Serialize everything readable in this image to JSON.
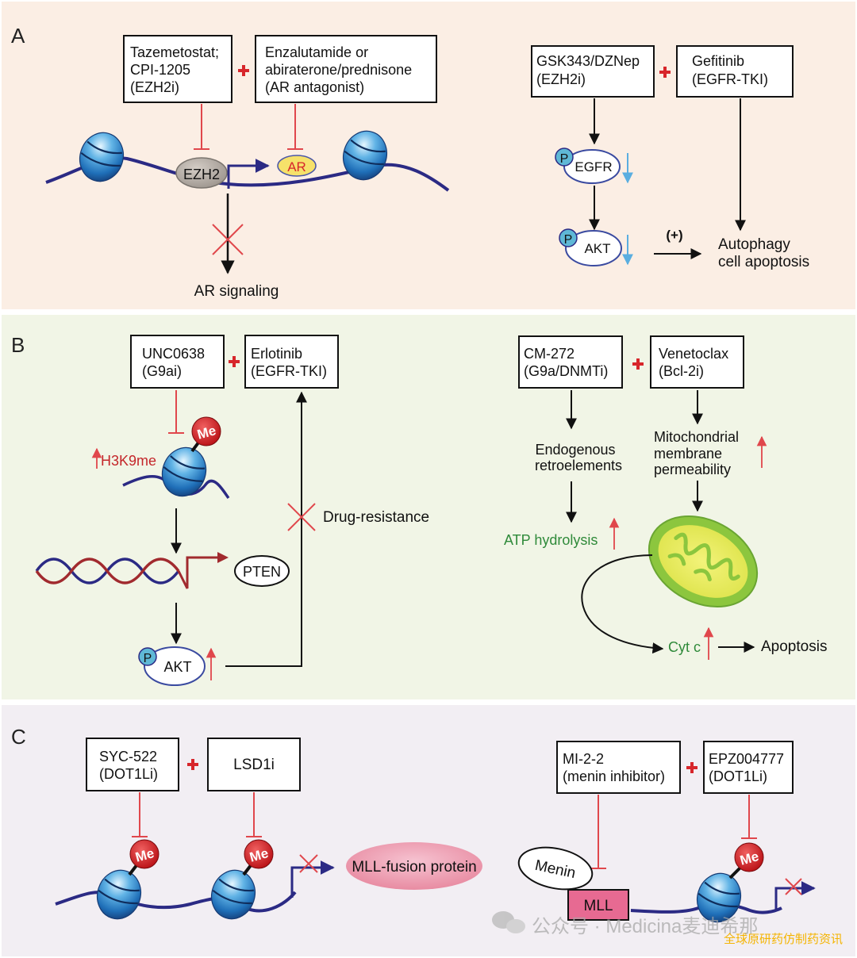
{
  "panel_a": {
    "letter": "A",
    "drug1": [
      "Tazemetostat;",
      "CPI-1205",
      "(EZH2i)"
    ],
    "drug2": [
      "Enzalutamide or",
      "abiraterone/prednisone",
      "(AR antagonist)"
    ],
    "ezh2": "EZH2",
    "ar": "AR",
    "ar_signaling": "AR signaling",
    "drug3": [
      "GSK343/DZNep",
      "(EZH2i)"
    ],
    "drug4": [
      "Gefitinib",
      "(EGFR-TKI)"
    ],
    "egfr": "EGFR",
    "akt": "AKT",
    "p": "P",
    "plus_sign": "(+)",
    "outcome": [
      "Autophagy",
      "cell apoptosis"
    ]
  },
  "panel_b": {
    "letter": "B",
    "drug1": [
      "UNC0638",
      "(G9ai)"
    ],
    "drug2": [
      "Erlotinib",
      "(EGFR-TKI)"
    ],
    "h3k9me": "H3K9me",
    "me": "Me",
    "pten": "PTEN",
    "akt": "AKT",
    "p": "P",
    "drug_resistance": "Drug-resistance",
    "drug3": [
      "CM-272",
      "(G9a/DNMTi)"
    ],
    "drug4": [
      "Venetoclax",
      "(Bcl-2i)"
    ],
    "endogenous": [
      "Endogenous",
      "retroelements"
    ],
    "mito": [
      "Mitochondrial",
      "membrane",
      "permeability"
    ],
    "atp": "ATP hydrolysis",
    "cytc": "Cyt c",
    "apoptosis": "Apoptosis"
  },
  "panel_c": {
    "letter": "C",
    "drug1": [
      "SYC-522",
      "(DOT1Li)"
    ],
    "drug2": [
      "LSD1i"
    ],
    "me": "Me",
    "mll_fusion": "MLL-fusion protein",
    "drug3": [
      "MI-2-2",
      "(menin inhibitor)"
    ],
    "drug4": [
      "EPZ004777",
      "(DOT1Li)"
    ],
    "menin": "Menin",
    "mll": "MLL"
  },
  "watermark": {
    "line1": "公众号 · Medicina麦迪希那",
    "line2": "全球原研药仿制药资讯"
  },
  "colors": {
    "panel_a_bg": "#fbeee4",
    "panel_b_bg": "#f1f5e6",
    "panel_c_bg": "#f2eef3",
    "inhibit_red": "#e0474c",
    "plus_red": "#d7262b",
    "dna_navy": "#2b2a84",
    "down_arrow_blue": "#5aaee0",
    "green_text": "#2f8a3a",
    "watermark_gold": "#f4b400"
  }
}
